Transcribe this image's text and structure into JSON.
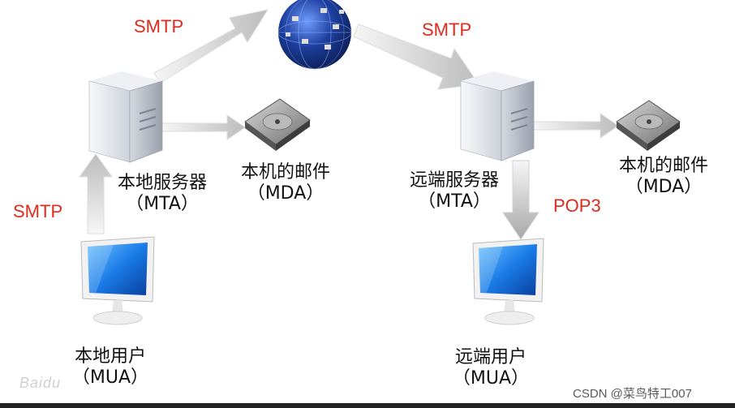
{
  "protocols": {
    "smtp_top_left": "SMTP",
    "smtp_top_right": "SMTP",
    "smtp_left": "SMTP",
    "pop3": "POP3"
  },
  "nodes": {
    "local_server": {
      "name": "本地服务器",
      "abbr": "（MTA）"
    },
    "local_mailbox": {
      "name": "本机的邮件",
      "abbr": "（MDA）"
    },
    "remote_server": {
      "name": "远端服务器",
      "abbr": "（MTA）"
    },
    "remote_mailbox": {
      "name": "本机的邮件",
      "abbr": "（MDA）"
    },
    "local_user": {
      "name": "本地用户",
      "abbr": "（MUA）"
    },
    "remote_user": {
      "name": "远端用户",
      "abbr": "（MUA）"
    }
  },
  "watermark": "CSDN @菜鸟特工007",
  "baidu_mark": "Baidu",
  "colors": {
    "protocol": "#e02a1e",
    "arrow_light": "#f4f4f4",
    "arrow_dark": "#bdbdbd"
  }
}
